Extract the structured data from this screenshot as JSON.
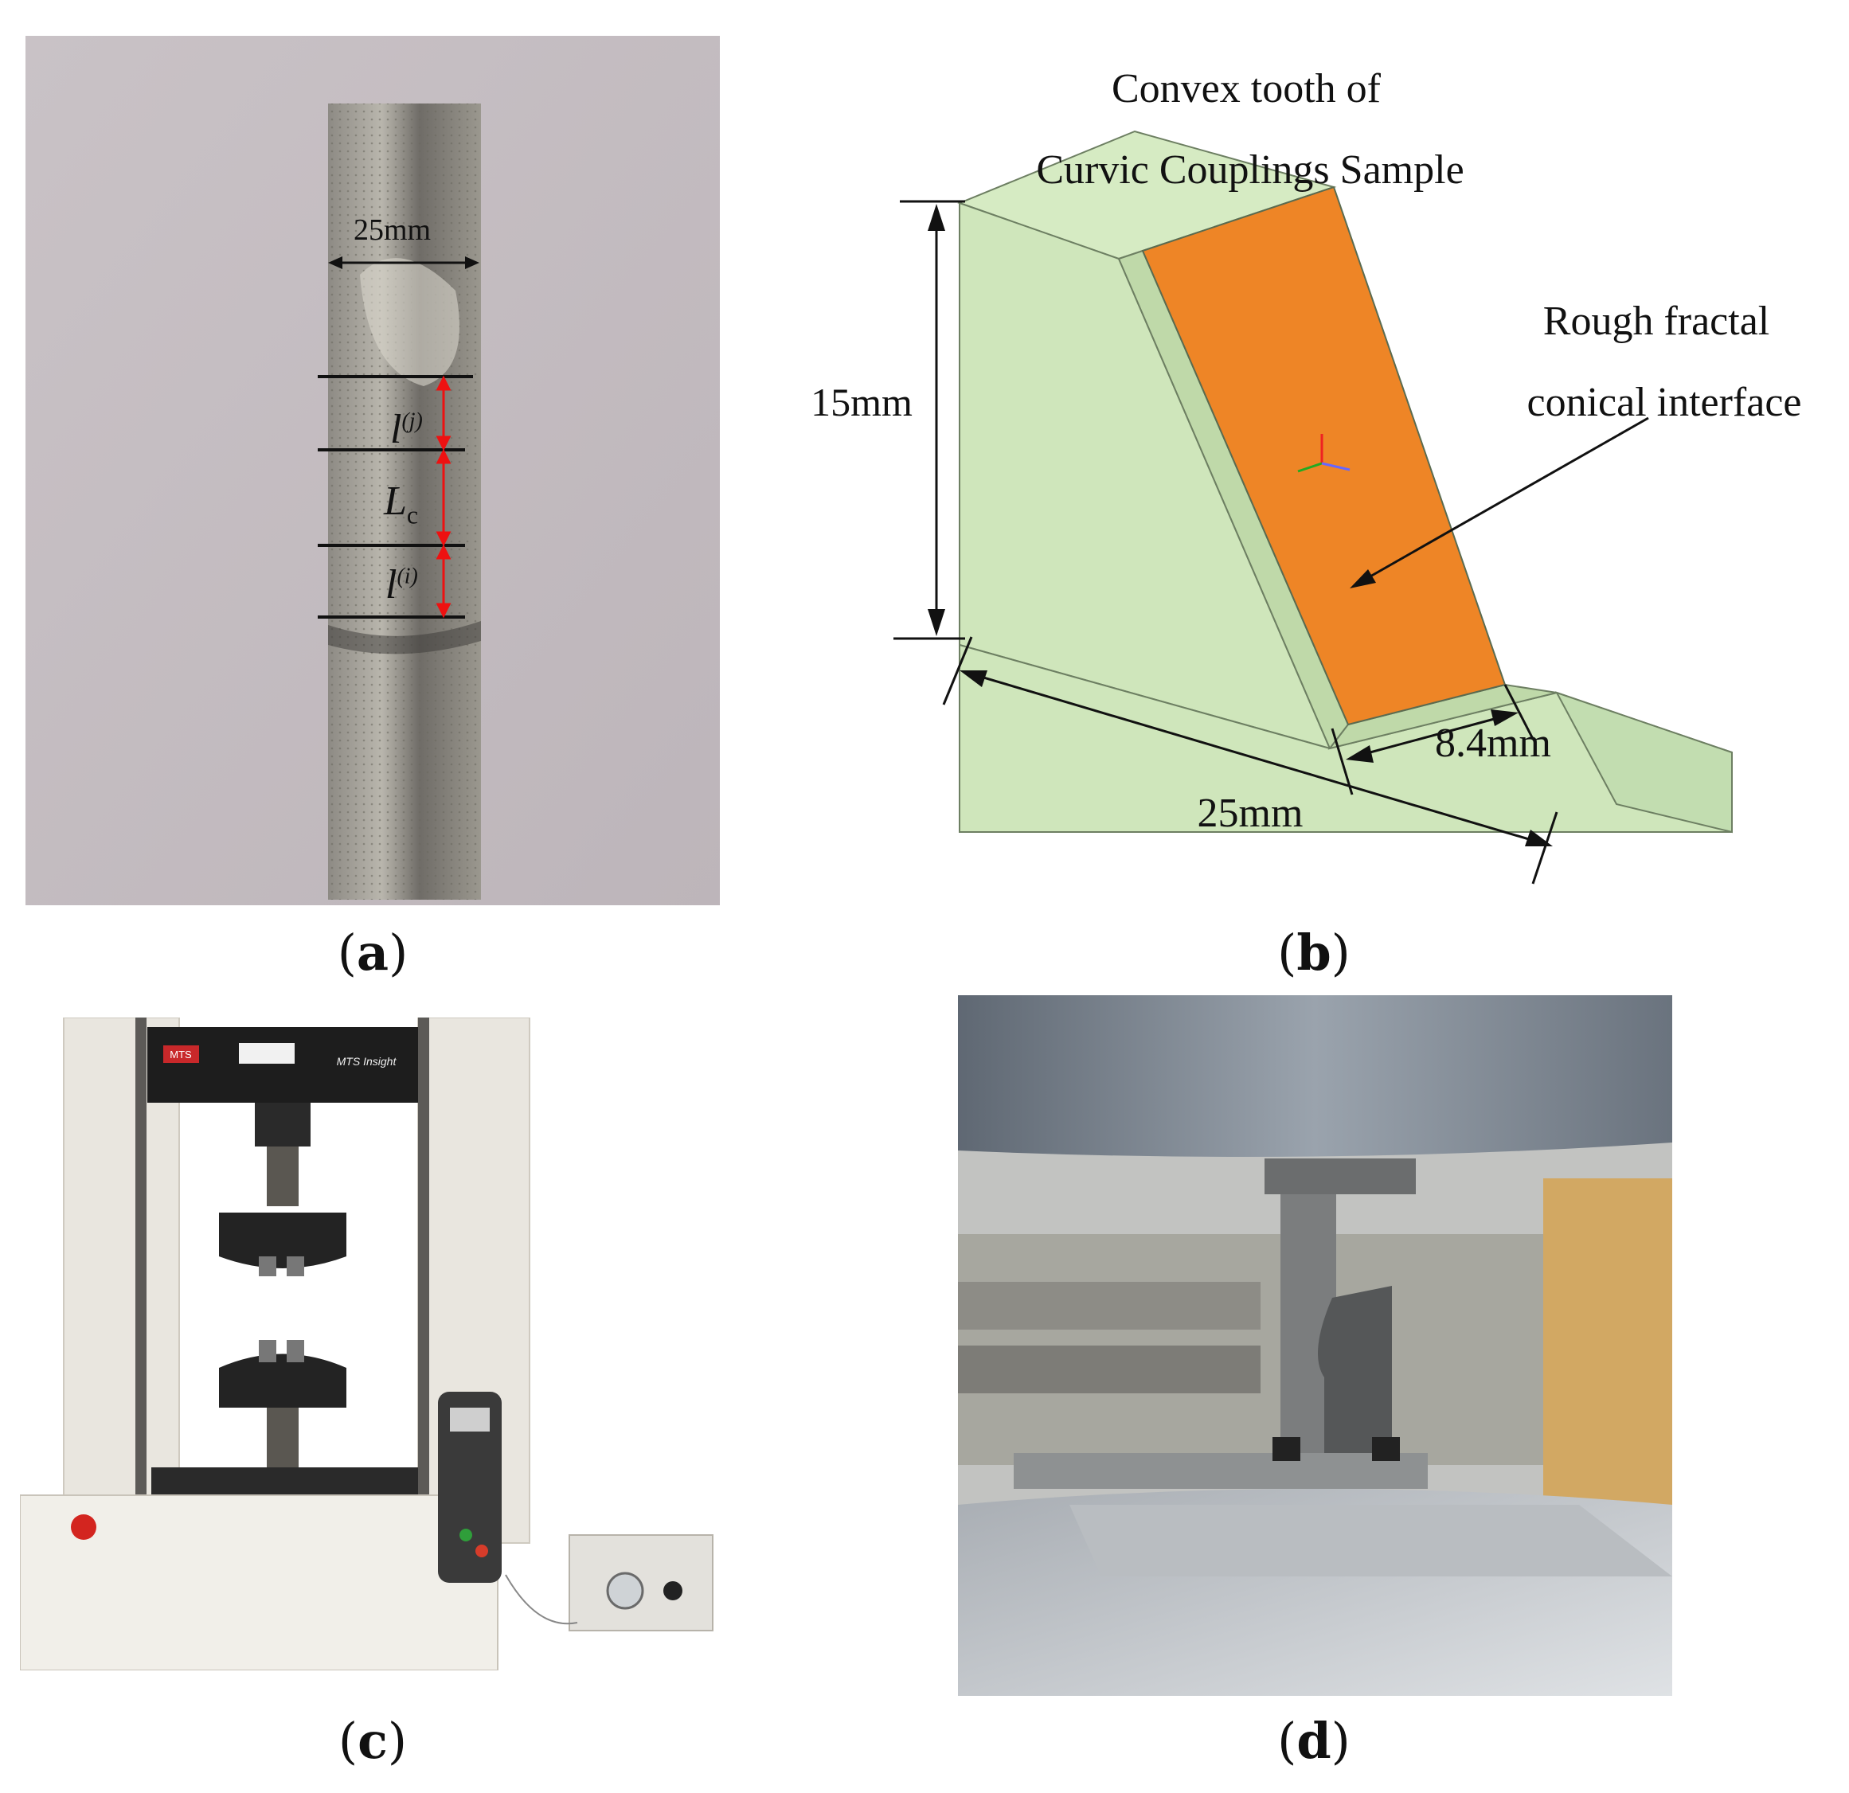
{
  "panel_a": {
    "caption_open": "(",
    "caption_letter": "a",
    "caption_close": ")",
    "width_label": "25mm",
    "label_lj_base": "l",
    "label_lj_sup": "(j)",
    "label_lc_base": "L",
    "label_lc_sub": "c",
    "label_li_base": "l",
    "label_li_sup": "(i)"
  },
  "panel_b": {
    "caption_open": "(",
    "caption_letter": "b",
    "caption_close": ")",
    "title_line1": "Convex tooth of",
    "title_line2": "Curvic Couplings Sample",
    "height_label": "15mm",
    "surface_line1": "Rough fractal",
    "surface_line2": "conical interface",
    "width_label": "8.4mm",
    "length_label": "25mm",
    "colors": {
      "body": "#c9e3b4",
      "surface": "#ee8526",
      "edge": "#5a6b50"
    }
  },
  "panel_c": {
    "caption_open": "(",
    "caption_letter": "c",
    "caption_close": ")",
    "brand_text": "MTS",
    "model_text": "MTS Insight"
  },
  "panel_d": {
    "caption_open": "(",
    "caption_letter": "d",
    "caption_close": ")"
  }
}
